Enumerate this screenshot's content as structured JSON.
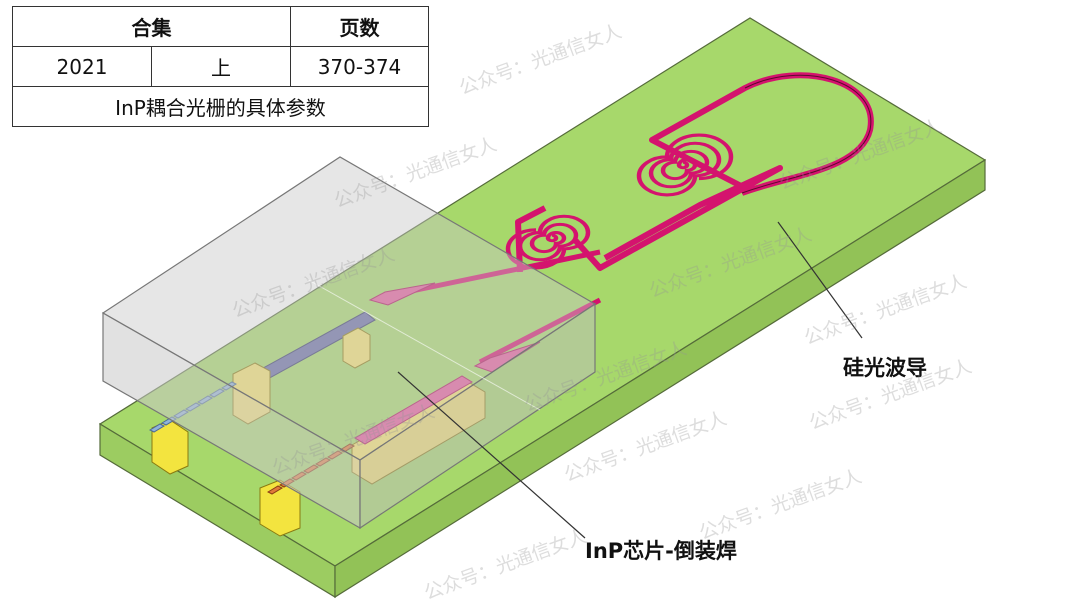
{
  "table": {
    "header_collection": "合集",
    "header_pages": "页数",
    "year": "2021",
    "volume": "上",
    "pages": "370-374",
    "topic": "InP耦合光栅的具体参数"
  },
  "labels": {
    "silicon_waveguide": "硅光波导",
    "inp_chip": "InP芯片-倒装焊"
  },
  "watermark": "公众号：光通信女人",
  "colors": {
    "substrate_top": "#a6d86a",
    "substrate_front": "#9ccc60",
    "substrate_right": "#8fbf55",
    "waveguide": "#d4136e",
    "chip_box": "#c8c8c8",
    "pad_yellow": "#f5e64a",
    "grating_blue": "#8fb3d9",
    "grating_orange": "#e07a3a"
  }
}
